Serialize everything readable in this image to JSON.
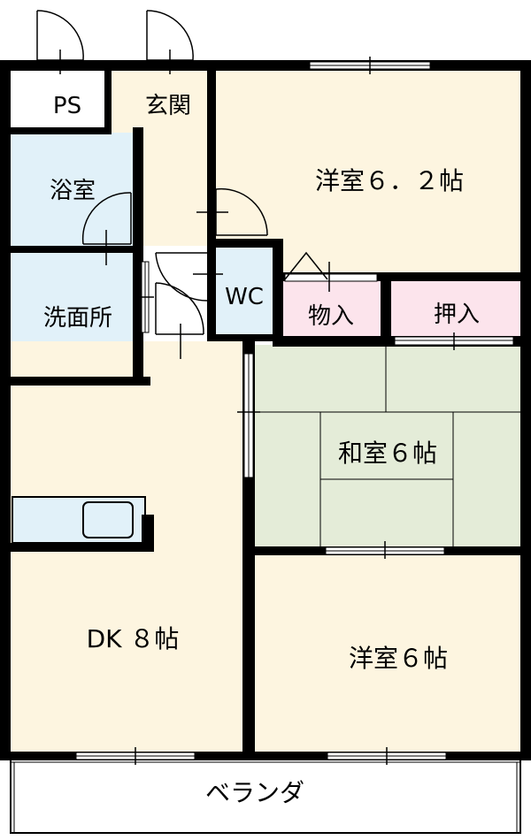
{
  "colors": {
    "wall": "#000000",
    "room_beige": "#fdf5e0",
    "room_blue": "#e1f1f9",
    "room_pink": "#fce4ec",
    "room_green": "#e4ecd8",
    "balcony": "#ffffff"
  },
  "rooms": {
    "ps": "PS",
    "entrance": "玄関",
    "western_a": "洋室６．２帖",
    "bath": "浴室",
    "wc": "WC",
    "storage": "物入",
    "closet": "押入",
    "washroom": "洗面所",
    "japanese": "和室６帖",
    "dk": "DK ８帖",
    "western_b": "洋室６帖",
    "veranda": "ベランダ"
  }
}
